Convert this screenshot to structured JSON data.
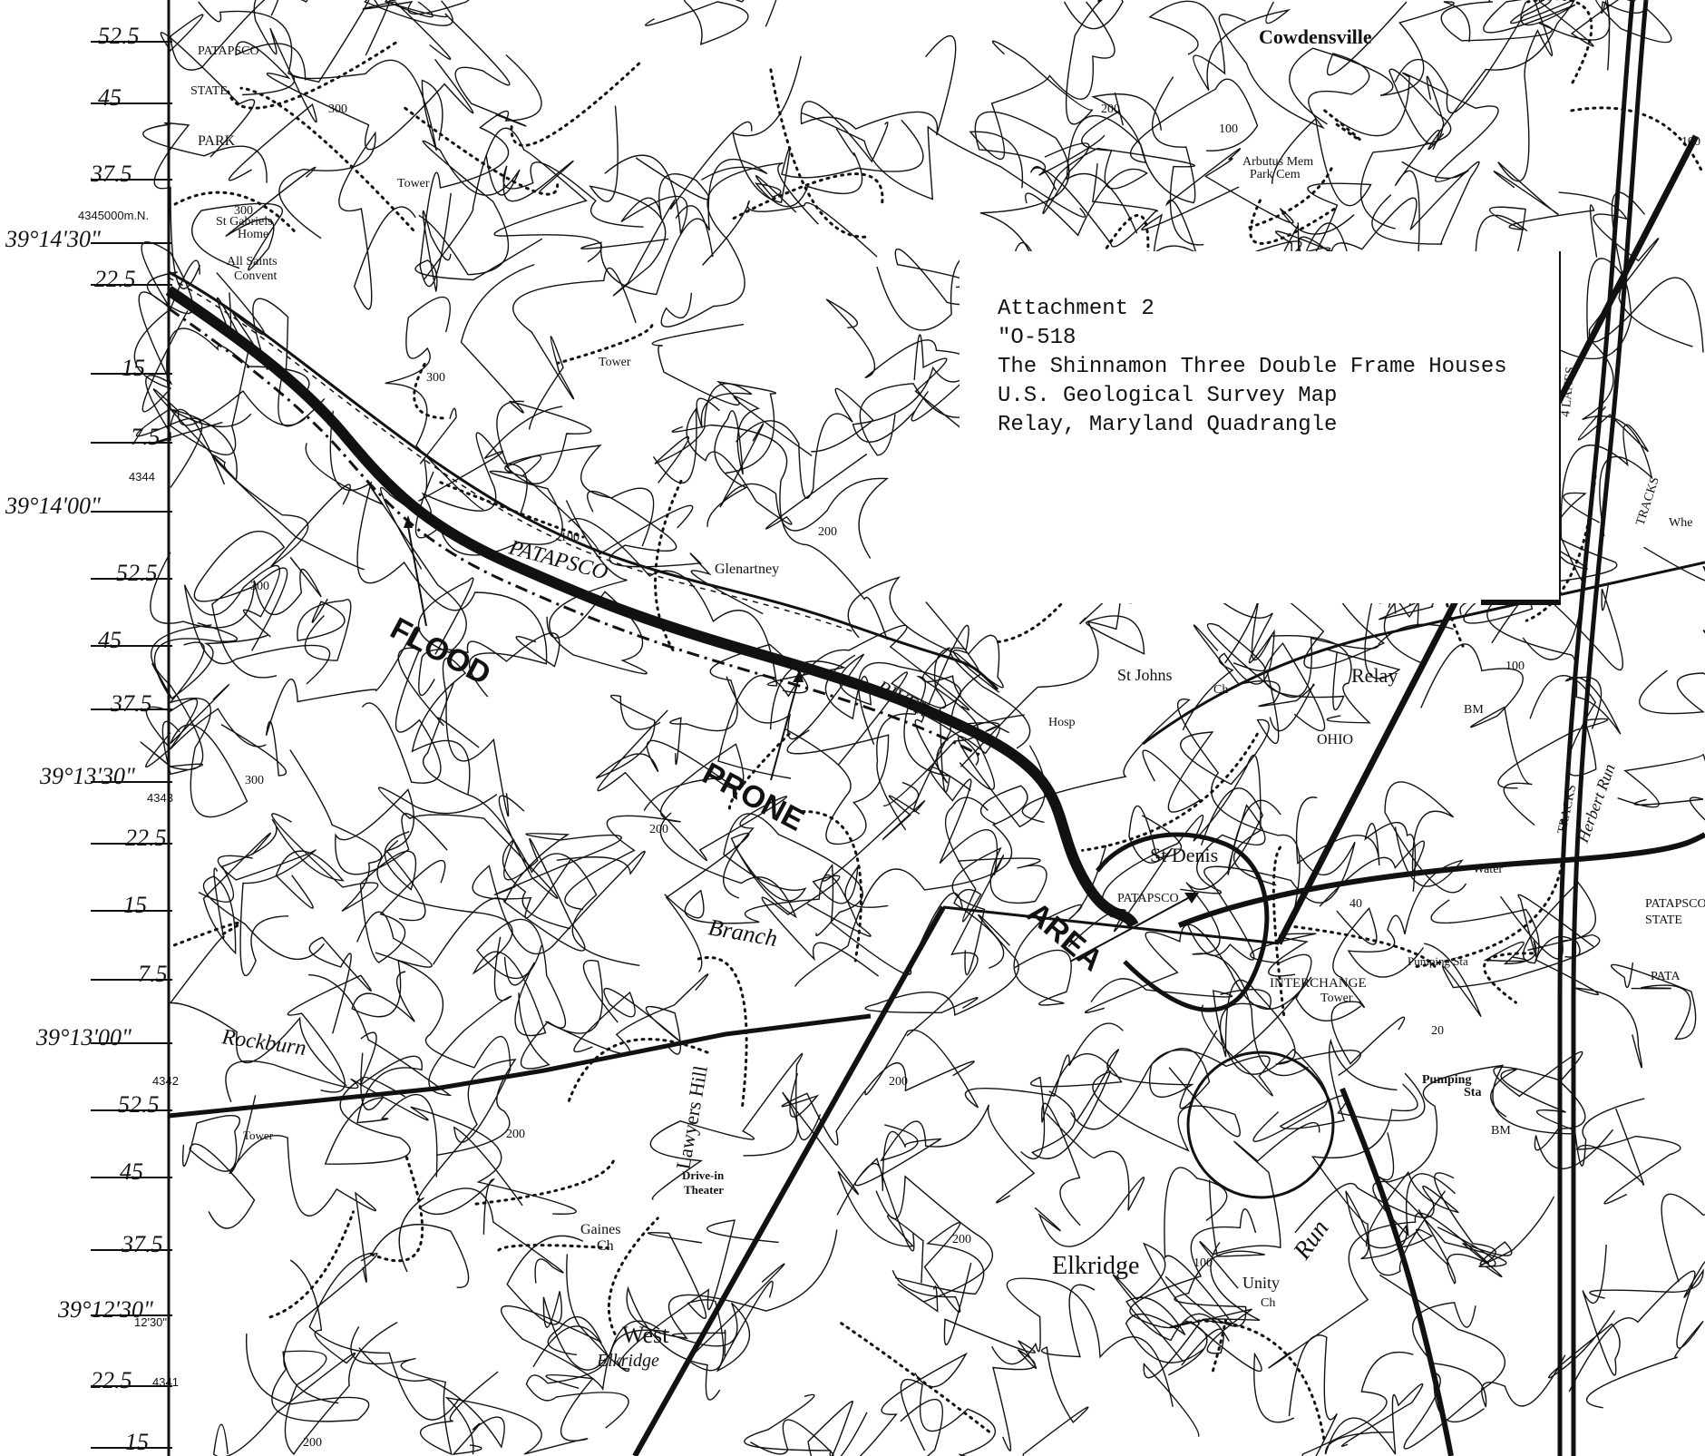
{
  "attachment": {
    "lines": [
      "Attachment 2",
      "\"O-518",
      "The Shinnamon Three Double Frame Houses",
      "U.S. Geological Survey Map",
      "Relay, Maryland Quadrangle"
    ]
  },
  "margin_labels": [
    {
      "id": "m1",
      "text": "52.5"
    },
    {
      "id": "m2",
      "text": "45"
    },
    {
      "id": "m3",
      "text": "37.5"
    },
    {
      "id": "m4",
      "text": "4345000m.N."
    },
    {
      "id": "m5",
      "text": "39°14'30\""
    },
    {
      "id": "m6",
      "text": "22.5"
    },
    {
      "id": "m7",
      "text": "15"
    },
    {
      "id": "m8",
      "text": "7.5"
    },
    {
      "id": "m9",
      "text": "4344"
    },
    {
      "id": "m10",
      "text": "39°14'00\""
    },
    {
      "id": "m11",
      "text": "52.5"
    },
    {
      "id": "m12",
      "text": "45"
    },
    {
      "id": "m13",
      "text": "37.5"
    },
    {
      "id": "m14",
      "text": "39°13'30\""
    },
    {
      "id": "m15",
      "text": "4343"
    },
    {
      "id": "m16",
      "text": "22.5"
    },
    {
      "id": "m17",
      "text": "15"
    },
    {
      "id": "m18",
      "text": "7.5"
    },
    {
      "id": "m19",
      "text": "39°13'00\""
    },
    {
      "id": "m20",
      "text": "4342"
    },
    {
      "id": "m21",
      "text": "52.5"
    },
    {
      "id": "m22",
      "text": "45"
    },
    {
      "id": "m23",
      "text": "37.5"
    },
    {
      "id": "m24",
      "text": "39°12'30\""
    },
    {
      "id": "m25",
      "text": "12'30\""
    },
    {
      "id": "m26",
      "text": "22.5"
    },
    {
      "id": "m27",
      "text": "4341"
    },
    {
      "id": "m28",
      "text": "15"
    }
  ],
  "place_labels": [
    {
      "id": "p1",
      "text": "Cowdensville"
    },
    {
      "id": "p2",
      "text": "Arbutus Mem"
    },
    {
      "id": "p3",
      "text": "Park Cem"
    },
    {
      "id": "p4",
      "text": "St Gabriels"
    },
    {
      "id": "p5",
      "text": "Home"
    },
    {
      "id": "p6",
      "text": "All Saints"
    },
    {
      "id": "p7",
      "text": "Convent"
    },
    {
      "id": "p8",
      "text": "PATAPSCO"
    },
    {
      "id": "p9",
      "text": "STATE"
    },
    {
      "id": "p10",
      "text": "PARK"
    },
    {
      "id": "p11",
      "text": "Tower"
    },
    {
      "id": "p12",
      "text": "Tower"
    },
    {
      "id": "p13",
      "text": "Glenartney"
    },
    {
      "id": "p14",
      "text": "PATAPSCO"
    },
    {
      "id": "p15",
      "text": "RIVER"
    },
    {
      "id": "p16",
      "text": "St Johns"
    },
    {
      "id": "p17",
      "text": "Ch"
    },
    {
      "id": "p18",
      "text": "Relay"
    },
    {
      "id": "p19",
      "text": "Hosp"
    },
    {
      "id": "p20",
      "text": "OHIO"
    },
    {
      "id": "p21",
      "text": "BM"
    },
    {
      "id": "p22",
      "text": "St Denis"
    },
    {
      "id": "p23",
      "text": "PATAPSCO"
    },
    {
      "id": "p24",
      "text": "Water"
    },
    {
      "id": "p25",
      "text": "PATAPSCO"
    },
    {
      "id": "p26",
      "text": "STATE"
    },
    {
      "id": "p27",
      "text": "INTERCHANGE"
    },
    {
      "id": "p28",
      "text": "Tower"
    },
    {
      "id": "p29",
      "text": "Pumping Sta"
    },
    {
      "id": "p30",
      "text": "Pumping"
    },
    {
      "id": "p31",
      "text": "Sta"
    },
    {
      "id": "p32",
      "text": "Branch"
    },
    {
      "id": "p33",
      "text": "Lawyers Hill"
    },
    {
      "id": "p34",
      "text": "Drive-in"
    },
    {
      "id": "p35",
      "text": "Theater"
    },
    {
      "id": "p36",
      "text": "Gaines"
    },
    {
      "id": "p37",
      "text": "Ch"
    },
    {
      "id": "p38",
      "text": "Elkridge"
    },
    {
      "id": "p39",
      "text": "Unity"
    },
    {
      "id": "p40",
      "text": "Ch"
    },
    {
      "id": "p41",
      "text": "Run"
    },
    {
      "id": "p42",
      "text": "West"
    },
    {
      "id": "p43",
      "text": "Elkridge"
    },
    {
      "id": "p44",
      "text": "Tower"
    },
    {
      "id": "p45",
      "text": "Rockburn"
    },
    {
      "id": "p46",
      "text": "4 LANES"
    },
    {
      "id": "p47",
      "text": "TRACKS"
    },
    {
      "id": "p48",
      "text": "TRACKS"
    },
    {
      "id": "p49",
      "text": "Herbert Run"
    },
    {
      "id": "p50",
      "text": "BM"
    },
    {
      "id": "p51",
      "text": "PATA"
    },
    {
      "id": "p52",
      "text": "Whe"
    }
  ],
  "contour_labels": [
    "300",
    "300",
    "300",
    "300",
    "200",
    "100",
    "100",
    "200",
    "300",
    "200",
    "200",
    "200",
    "200",
    "100",
    "200",
    "100",
    "20",
    "100",
    "40"
  ],
  "flood_labels": {
    "word1": "FLOOD",
    "word2": "PRONE",
    "word3": "AREA"
  }
}
